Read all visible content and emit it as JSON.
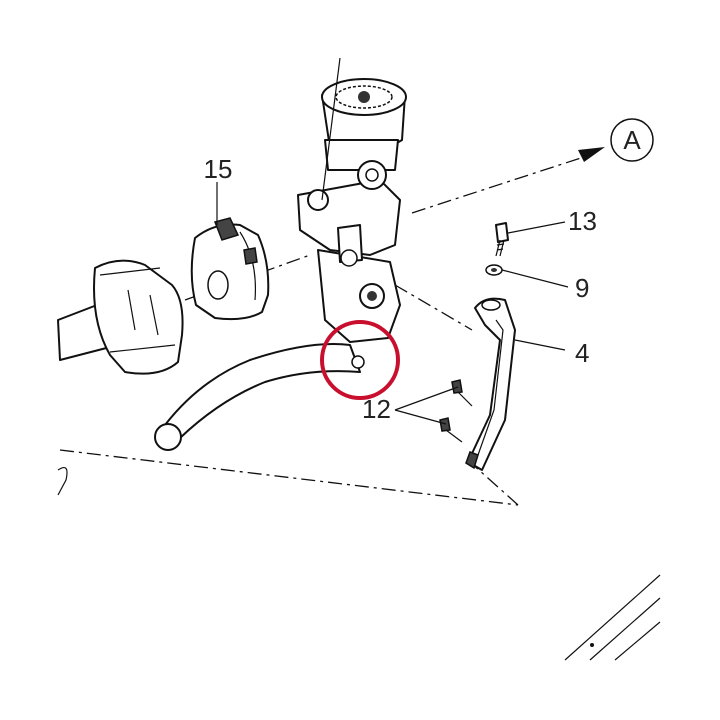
{
  "callouts": {
    "c15": "15",
    "c13": "13",
    "c9": "9",
    "c4": "4",
    "c12": "12",
    "ref_a": "A"
  },
  "highlight_color": "#c8102e"
}
